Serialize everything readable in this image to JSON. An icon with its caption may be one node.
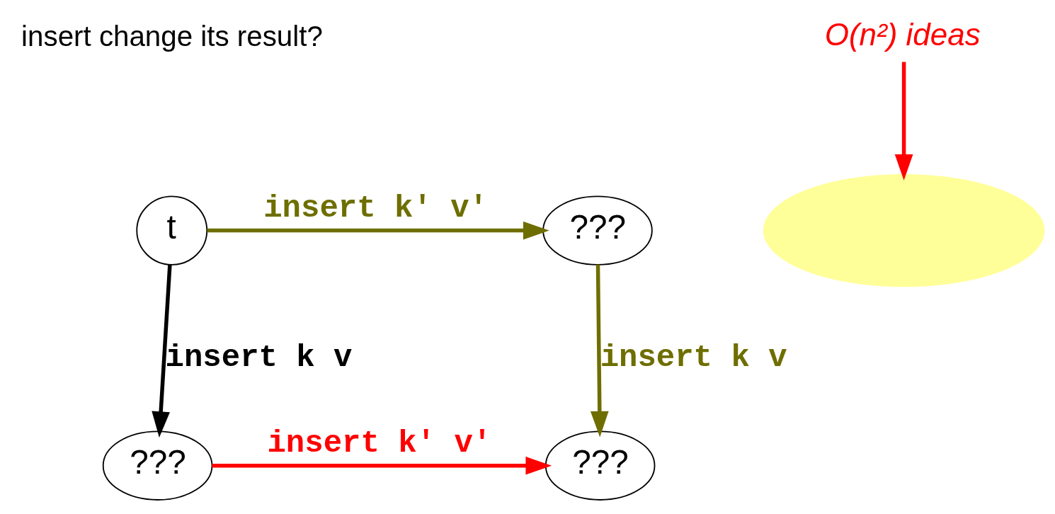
{
  "diagram": {
    "nodes": [
      {
        "text": [
          "t"
        ]
      },
      {
        "text": [
          "???"
        ]
      },
      {
        "text": [
          "???"
        ]
      },
      {
        "text": [
          "???"
        ]
      },
      {
        "text": [
          "O(n²) ideas"
        ]
      },
      {
        "text": [],
        "shape": "ellipse"
      }
    ],
    "edges": [
      {
        "from": 0,
        "to": 1,
        "arrow": "to",
        "label": "insert k′ v′",
        "color": "#6e6e00"
      },
      {
        "from": 0,
        "to": 2,
        "arrow": "to",
        "label": "insert k v",
        "color": "#000000"
      },
      {
        "from": 1,
        "to": 3,
        "arrow": "to",
        "label": "insert k v",
        "color": "#6e6e00"
      },
      {
        "from": 2,
        "to": 3,
        "arrow": "to",
        "label": "insert k′ v′",
        "color": "#ff0000"
      },
      {
        "from": 4,
        "to": 5,
        "arrow": "to",
        "color": "#ff0000"
      }
    ],
    "labels": [
      "insert change its result?"
    ]
  }
}
